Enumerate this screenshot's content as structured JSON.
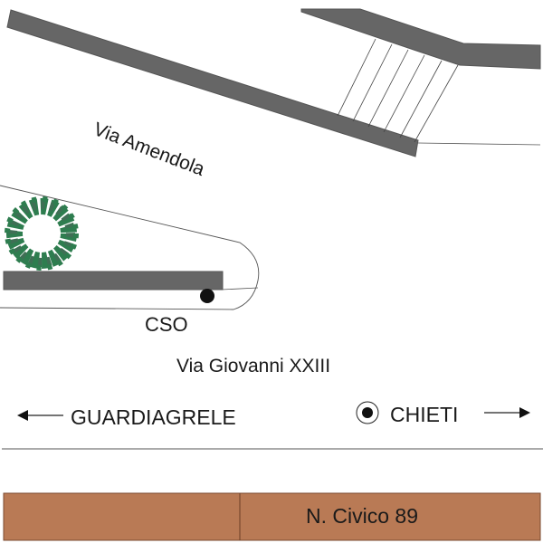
{
  "streets": {
    "upper": "Via Amendola",
    "lower": "Via Giovanni XXIII"
  },
  "markers": {
    "stop_label": "CSO"
  },
  "directions": {
    "left": "GUARDIAGRELE",
    "right": "CHIETI"
  },
  "building": {
    "label": "N. Civico 89"
  },
  "colors": {
    "sidewalk": "#666666",
    "tree": "#2e7d4f",
    "building": "#b97a55",
    "text": "#1a1a1a"
  }
}
